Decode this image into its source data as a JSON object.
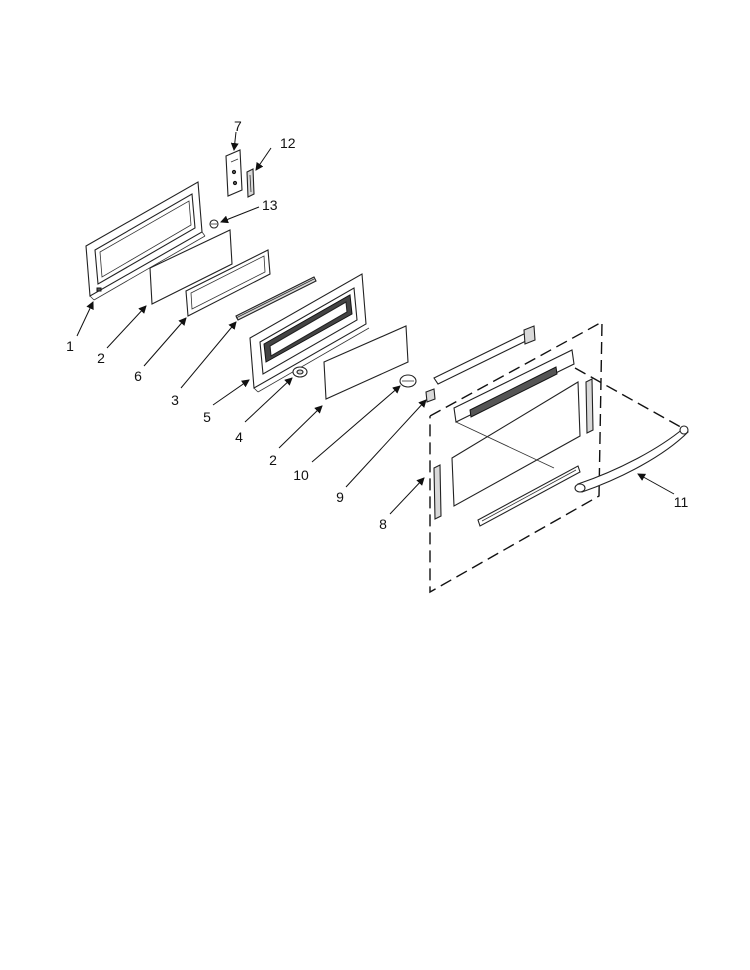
{
  "diagram": {
    "callouts": [
      {
        "id": "c1",
        "text": "1"
      },
      {
        "id": "c2a",
        "text": "2"
      },
      {
        "id": "c6",
        "text": "6"
      },
      {
        "id": "c3",
        "text": "3"
      },
      {
        "id": "c5",
        "text": "5"
      },
      {
        "id": "c4",
        "text": "4"
      },
      {
        "id": "c2b",
        "text": "2"
      },
      {
        "id": "c10",
        "text": "10"
      },
      {
        "id": "c9",
        "text": "9"
      },
      {
        "id": "c8",
        "text": "8"
      },
      {
        "id": "c11",
        "text": "11"
      },
      {
        "id": "c7",
        "text": "7"
      },
      {
        "id": "c12",
        "text": "12"
      },
      {
        "id": "c13",
        "text": "13"
      }
    ]
  }
}
